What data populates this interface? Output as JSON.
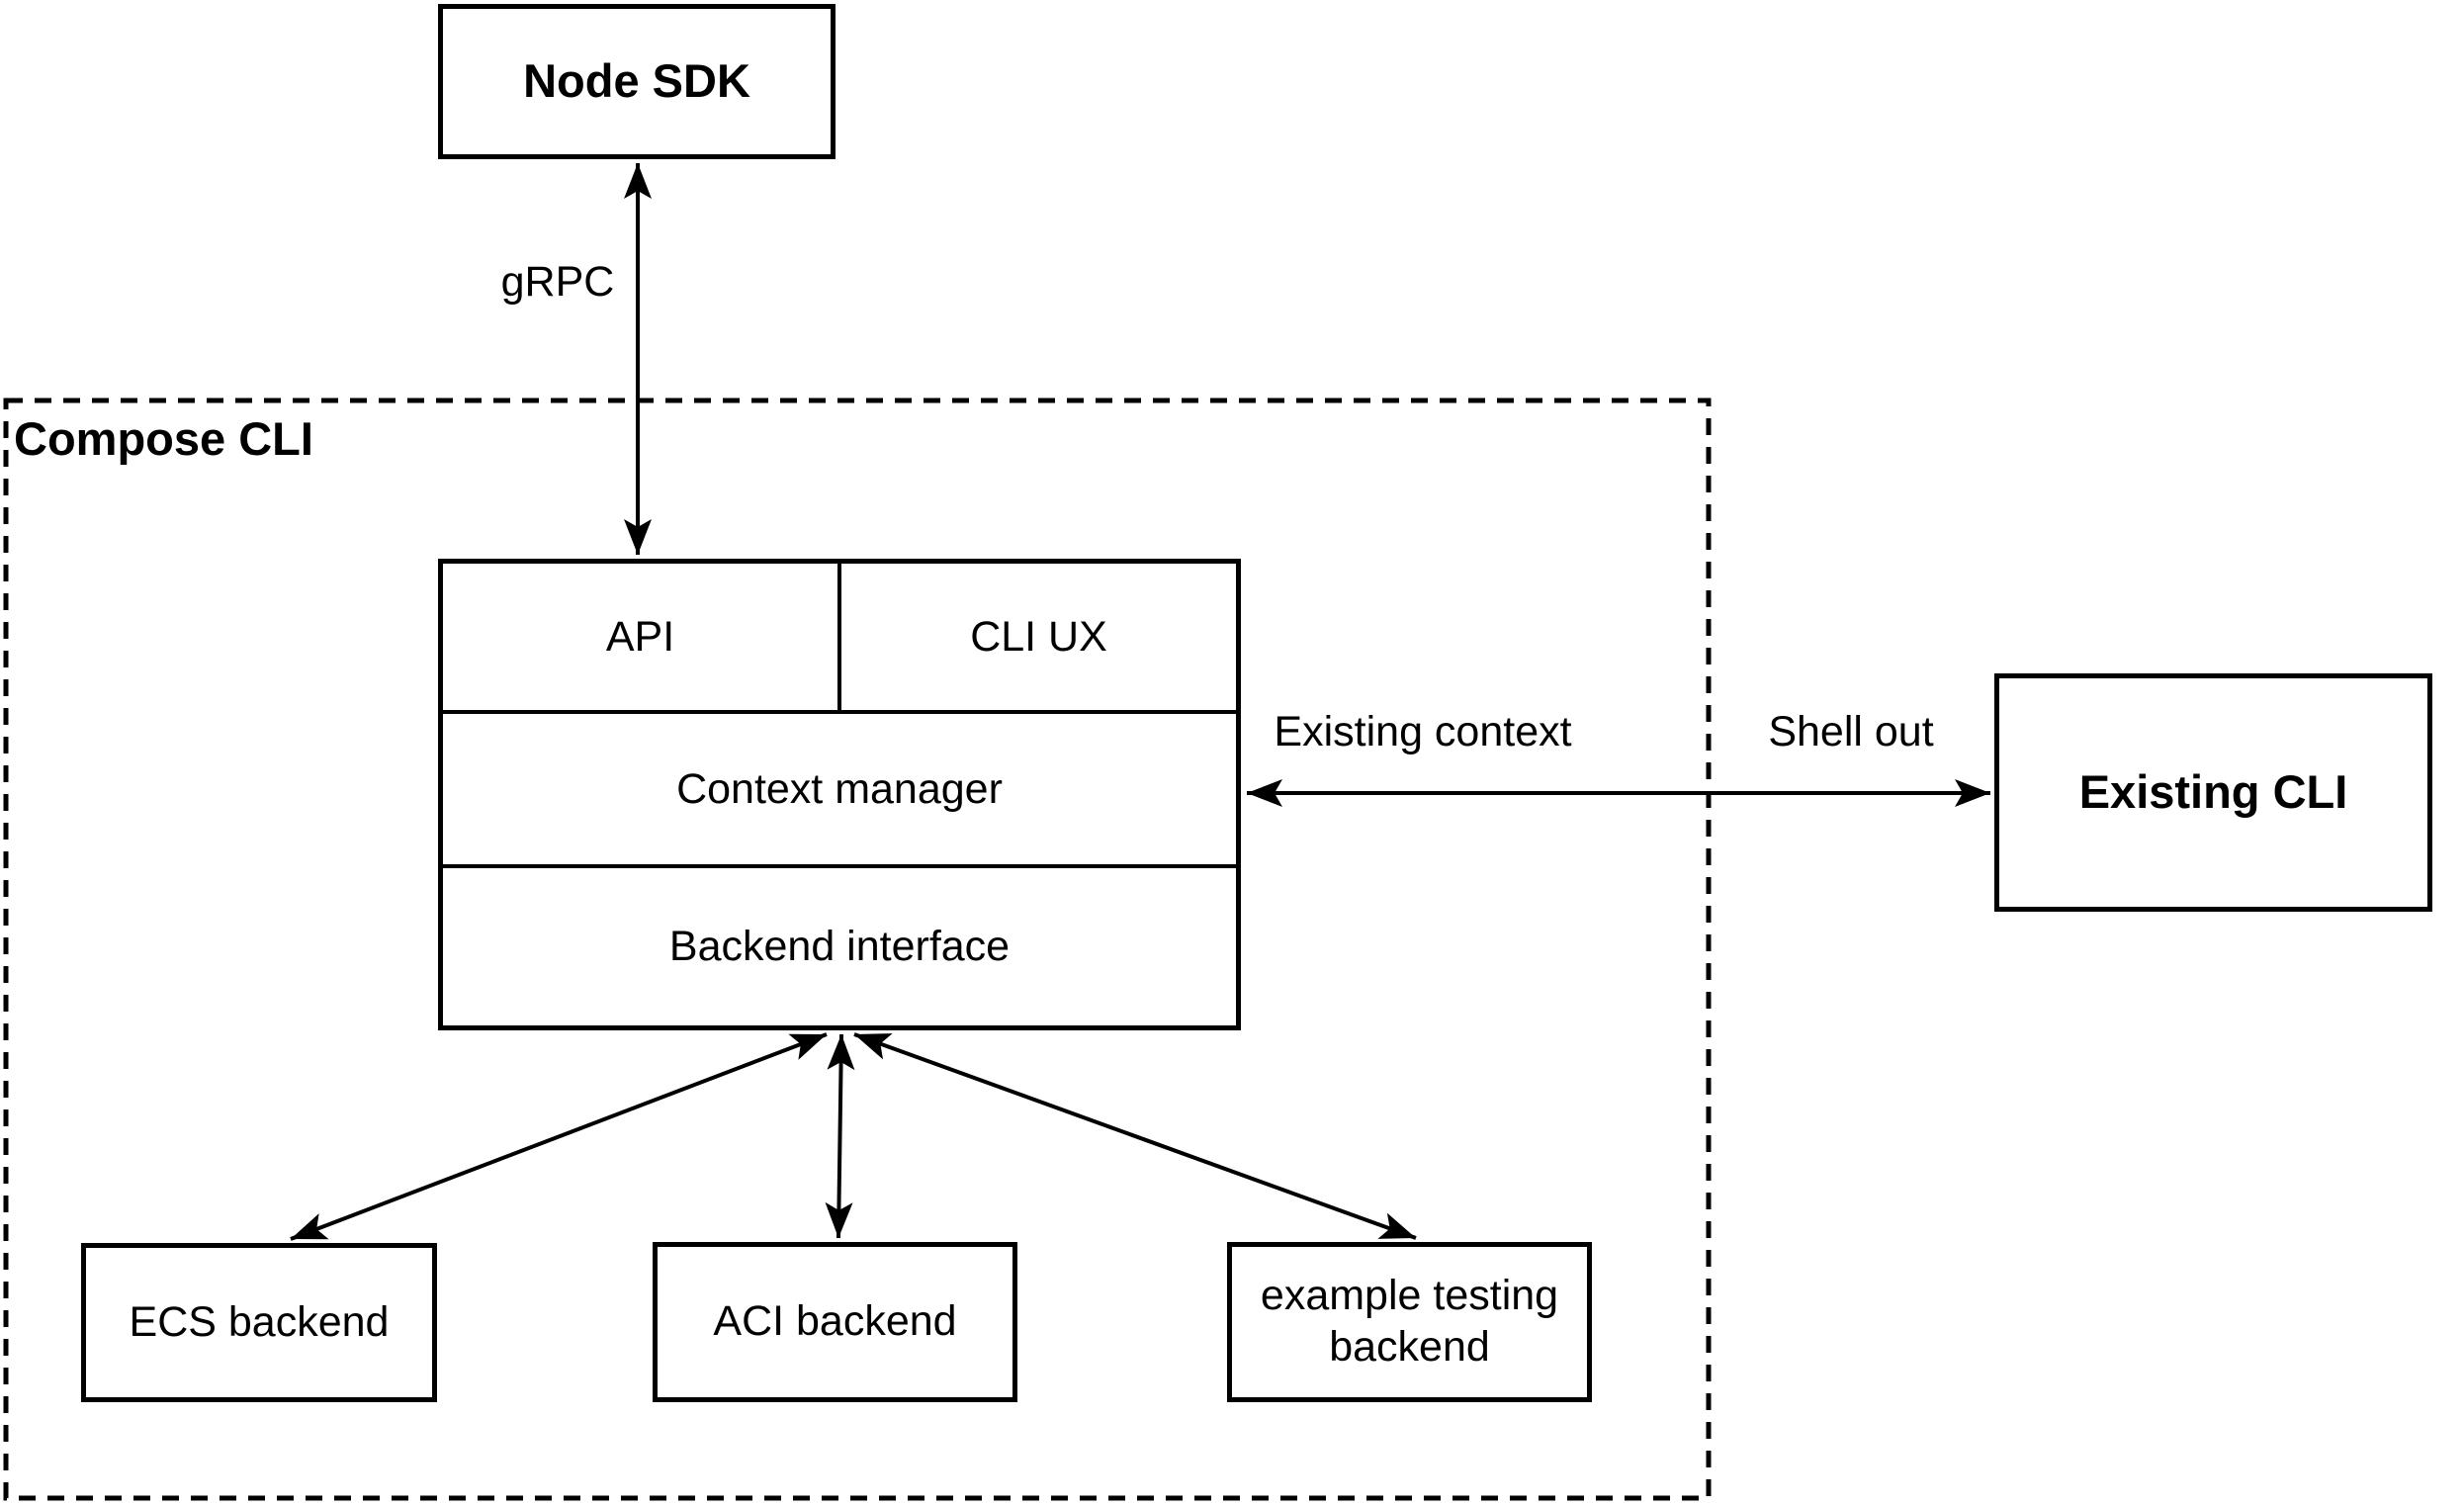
{
  "diagram": {
    "container": {
      "label": "Compose CLI"
    },
    "nodes": {
      "node_sdk": {
        "label": "Node SDK"
      },
      "api": {
        "label": "API"
      },
      "cli_ux": {
        "label": "CLI UX"
      },
      "context_manager": {
        "label": "Context manager"
      },
      "backend_interface": {
        "label": "Backend interface"
      },
      "existing_cli": {
        "label": "Existing CLI"
      },
      "ecs_backend": {
        "label": "ECS backend"
      },
      "aci_backend": {
        "label": "ACI backend"
      },
      "example_testing_backend": {
        "label": "example testing backend"
      }
    },
    "edge_labels": {
      "grpc": "gRPC",
      "existing_context": "Existing context",
      "shell_out": "Shell out"
    },
    "colors": {
      "stroke": "#000000",
      "background": "#ffffff",
      "text": "#000000"
    }
  }
}
